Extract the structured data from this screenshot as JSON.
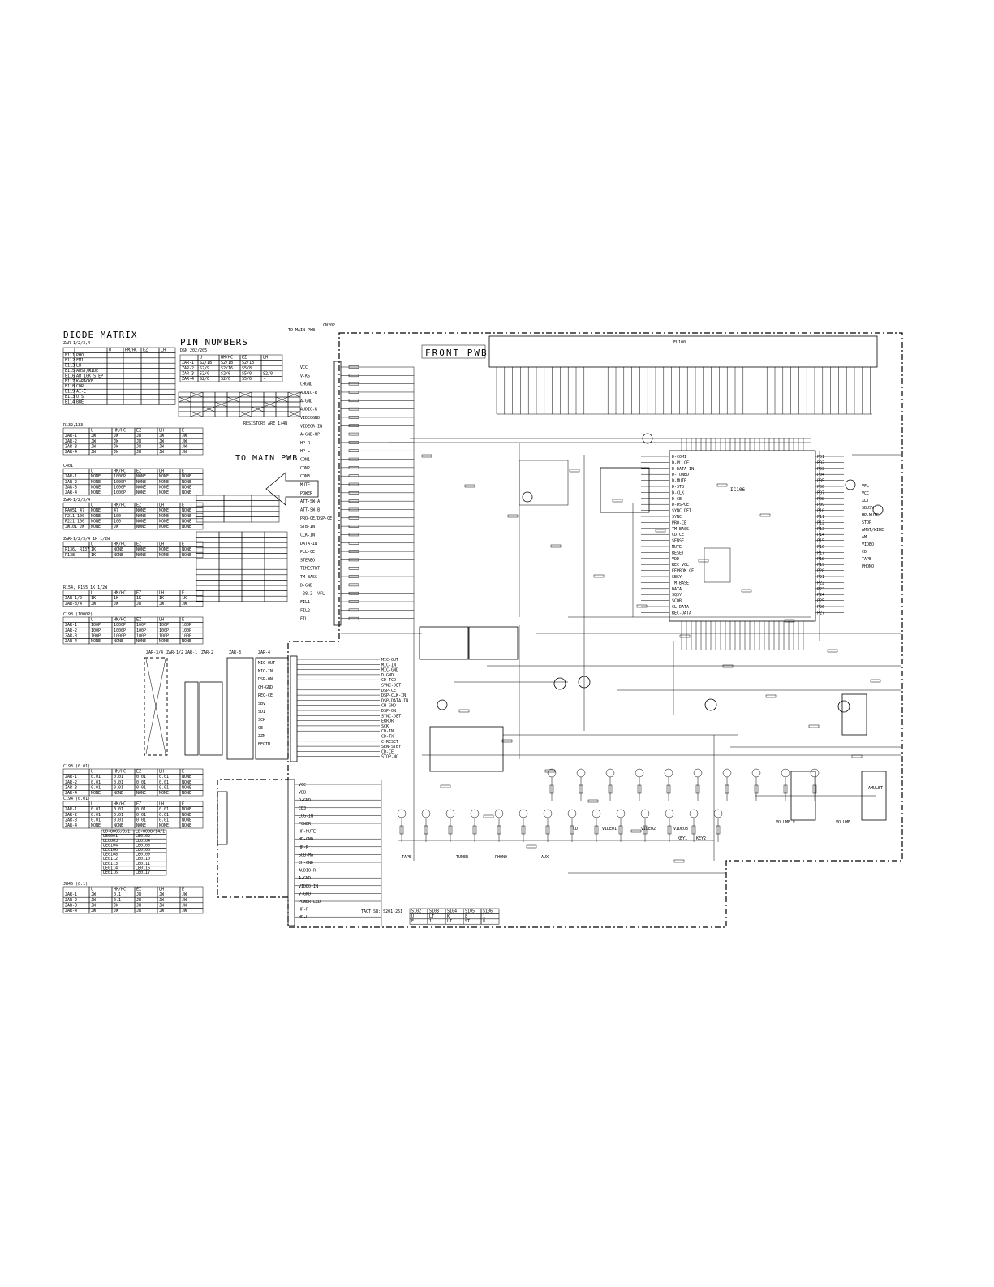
{
  "page": {
    "background": "#ffffff",
    "ink": "#000000",
    "link_color": "#0000ee"
  },
  "titles": {
    "diode_matrix": "DIODE MATRIX",
    "diode_matrix_sub": "ZAR-1/2/3,4",
    "pin_numbers": "PIN NUMBERS",
    "pin_numbers_sub": "DSN 202/205",
    "to_main_pwb_top": "TO MAIN PWB",
    "to_main_pwb_top2": "CN202",
    "front_pwb": "FRONT PWB",
    "to_main_pwb_arrow": "TO MAIN PWB",
    "resistors_note": "RESISTORS ARE 1/4W",
    "tact_switch": "TACT SW: S201-251",
    "ic_label": "IC106",
    "display_label": "EL100"
  },
  "diode_matrix": {
    "headers": [
      "",
      "",
      "U",
      "HM/HC",
      "EZ",
      "LH"
    ],
    "rows": [
      [
        "B111",
        "PHO",
        "",
        "",
        "",
        ""
      ],
      [
        "B112",
        "FM1",
        "",
        "",
        "",
        ""
      ],
      [
        "B113",
        "LW",
        "",
        "",
        "",
        ""
      ],
      [
        "B115",
        "AMST/WIDE",
        "",
        "",
        "",
        ""
      ],
      [
        "B116",
        "AM 10K STEP",
        "",
        "",
        "",
        ""
      ],
      [
        "B117",
        "KARAOKE",
        "",
        "",
        "",
        ""
      ],
      [
        "B118",
        "CDR",
        "",
        "",
        "",
        ""
      ],
      [
        "B119",
        "AI-E",
        "",
        "",
        "",
        ""
      ],
      [
        "B113",
        "OTS",
        "",
        "",
        "",
        ""
      ],
      [
        "B114",
        "BBE",
        "",
        "",
        "",
        ""
      ]
    ]
  },
  "pin_numbers": {
    "headers": [
      "",
      "U",
      "HM/HC",
      "EZ",
      "LH"
    ],
    "rows": [
      [
        "ZAR-1",
        "S2/18",
        "S2/18",
        "S2/18",
        ""
      ],
      [
        "ZAR-2",
        "S2/9",
        "S2/16",
        "S5/8",
        ""
      ],
      [
        "ZAR-3",
        "S2/0",
        "S2/6",
        "S5/0",
        "S2/0"
      ],
      [
        "ZAR-4",
        "S2/0",
        "S2/6",
        "S5/0",
        "-"
      ]
    ]
  },
  "r132_table": {
    "title": "R132,133",
    "headers": [
      "",
      "U",
      "HM/HC",
      "EZ",
      "LH",
      "E"
    ],
    "rows": [
      [
        "ZAR-1",
        "JW",
        "JW",
        "JW",
        "JW",
        "JW"
      ],
      [
        "ZAR-2",
        "JW",
        "JW",
        "JW",
        "JW",
        "JW"
      ],
      [
        "ZAR-3",
        "JW",
        "JW",
        "JW",
        "JW",
        "JW"
      ],
      [
        "ZAR-4",
        "JW",
        "JW",
        "JW",
        "JW",
        "JW"
      ]
    ]
  },
  "c401_table": {
    "title": "C401",
    "headers": [
      "",
      "U",
      "HM/HC",
      "EZ",
      "LH",
      "E"
    ],
    "rows": [
      [
        "ZAR-1",
        "NONE",
        "1000P",
        "NONE",
        "NONE",
        "NONE"
      ],
      [
        "ZAR-2",
        "NONE",
        "1000P",
        "NONE",
        "NONE",
        "NONE"
      ],
      [
        "ZAR-3",
        "NONE",
        "1000P",
        "NONE",
        "NONE",
        "NONE"
      ],
      [
        "ZAR-4",
        "NONE",
        "1000P",
        "NONE",
        "NONE",
        "NONE"
      ]
    ]
  },
  "zar1234_table": {
    "title": "ZAR-1/2/3/4",
    "headers": [
      "",
      "U",
      "HM/HC",
      "EZ",
      "LH",
      "E"
    ],
    "rows": [
      [
        "RA051 47",
        "NONE",
        "47",
        "NONE",
        "NONE",
        "NONE"
      ],
      [
        "R211 100",
        "NONE",
        "100",
        "NONE",
        "NONE",
        "NONE"
      ],
      [
        "R221 100",
        "NONE",
        "100",
        "NONE",
        "NONE",
        "NONE"
      ],
      [
        "JW101 JW",
        "NONE",
        "JW",
        "NONE",
        "NONE",
        "NONE"
      ]
    ]
  },
  "r136_table": {
    "title": "ZAR-1/2/3/4 1K 1/2W",
    "headers": [
      "",
      "U",
      "HM/HC",
      "EZ",
      "LH",
      "E"
    ],
    "rows": [
      [
        "R136, R137",
        "1K",
        "NONE",
        "NONE",
        "NONE",
        "NONE"
      ],
      [
        "R138",
        "1K",
        "NONE",
        "NONE",
        "NONE",
        "NONE"
      ]
    ]
  },
  "r154_table": {
    "title": "R154, R155 1K 1/2W",
    "headers": [
      "",
      "U",
      "HM/HC",
      "EZ",
      "LH",
      "E"
    ],
    "rows": [
      [
        "ZAR-1/2",
        "1K",
        "1K",
        "1K",
        "1K",
        "1K"
      ],
      [
        "ZAR-3/4",
        "JW",
        "JW",
        "JW",
        "JW",
        "JW"
      ]
    ]
  },
  "c198_table": {
    "title": "C198 (1000P)",
    "headers": [
      "",
      "U",
      "HM/HC",
      "EZ",
      "LH",
      "E"
    ],
    "rows": [
      [
        "ZAR-1",
        "100P",
        "1000P",
        "100P",
        "100P",
        "100P"
      ],
      [
        "ZAR-2",
        "100P",
        "1000P",
        "100P",
        "100P",
        "100P"
      ],
      [
        "ZAR-3",
        "100P",
        "1000P",
        "100P",
        "100P",
        "100P"
      ],
      [
        "ZAR-4",
        "NONE",
        "NONE",
        "NONE",
        "NONE",
        "NONE"
      ]
    ]
  },
  "c193_table": {
    "title": "C193 (0.01)",
    "headers": [
      "",
      "U",
      "HM/HC",
      "EZ",
      "LH",
      "E"
    ],
    "rows": [
      [
        "ZAR-1",
        "0.01",
        "0.01",
        "0.01",
        "0.01",
        "NONE"
      ],
      [
        "ZAR-2",
        "0.01",
        "0.01",
        "0.01",
        "0.01",
        "NONE"
      ],
      [
        "ZAR-3",
        "0.01",
        "0.01",
        "0.01",
        "0.01",
        "NONE"
      ],
      [
        "ZAR-4",
        "NONE",
        "NONE",
        "NONE",
        "NONE",
        "NONE"
      ]
    ]
  },
  "c194_table": {
    "title": "C194 (0.01)",
    "headers": [
      "",
      "U",
      "HM/HC",
      "EZ",
      "LH",
      "E"
    ],
    "rows": [
      [
        "ZAR-1",
        "0.01",
        "0.01",
        "0.01",
        "0.01",
        "NONE"
      ],
      [
        "ZAR-2",
        "0.01",
        "0.01",
        "0.01",
        "0.01",
        "NONE"
      ],
      [
        "ZAR-3",
        "0.01",
        "0.01",
        "0.01",
        "0.01",
        "NONE"
      ],
      [
        "ZAR-4",
        "NONE",
        "NONE",
        "NONE",
        "NONE",
        "NONE"
      ]
    ]
  },
  "jw_table": {
    "title": "JW46 (0.1)",
    "headers": [
      "",
      "U",
      "HM/HC",
      "EZ",
      "LH",
      "E"
    ],
    "rows": [
      [
        "ZAR-1",
        "JW",
        "0.1",
        "JW",
        "JW",
        "JW"
      ],
      [
        "ZAR-2",
        "JW",
        "0.1",
        "JW",
        "JW",
        "JW"
      ],
      [
        "ZAR-3",
        "JW",
        "JW",
        "JW",
        "JW",
        "JW"
      ],
      [
        "ZAR-4",
        "JW",
        "JW",
        "JW",
        "JW",
        "JW"
      ]
    ]
  },
  "led_table": {
    "headers": [
      "LD-8005/9/1",
      "LD-8008/14/1"
    ],
    "rows": [
      [
        "LE0001",
        "LE0102"
      ],
      [
        "LE0003",
        "LE0104"
      ],
      [
        "LE0104",
        "LE0105"
      ],
      [
        "LE0106",
        "LE0106"
      ],
      [
        "LE0108",
        "LE0109"
      ],
      [
        "LE0112",
        "LE0110"
      ],
      [
        "LE0113",
        "LE0111"
      ],
      [
        "LE0114",
        "LE0116"
      ],
      [
        "LE0116",
        "LE0117"
      ]
    ]
  },
  "cn202_signals": [
    "VCC",
    "V-KS",
    "CHGND",
    "AUDIO-R",
    "A-GND",
    "AUDIO-R",
    "VIDEOGND",
    "VIDEOR-IN",
    "A-GND-HP",
    "HP-R",
    "HP-L",
    "CON1",
    "CON2",
    "CON3",
    "MUTE",
    "POWER",
    "ATT-SW-A",
    "ATT-SW-B",
    "PRO-CE/DSP-CE",
    "STB-IN",
    "CLK-IN",
    "DATA-IN",
    "PLL-CE",
    "STEREO",
    "TIMESTRT",
    "TM-BASS",
    "D-GND",
    "-28.2 -VFL",
    "FIL1",
    "FIL2",
    "FIL"
  ],
  "cn203_signals": [
    "VCC",
    "VBB",
    "D-GND",
    "CE3",
    "LOG-IN",
    "POWER",
    "HP-MUTE",
    "HP-GND",
    "HP-R",
    "SUB-MA",
    "CH-GND",
    "AUDIO-R",
    "A-GND",
    "VIDEO-IN",
    "V-GND",
    "POWER-LED",
    "HP-R",
    "HP-L"
  ],
  "cn201_signals": [
    "MIC-OUT",
    "MIC-IN",
    "MIC-GND",
    "D-GND",
    "CD-TCO",
    "SYNC-DET",
    "DSP-CE",
    "DSP-CLK-IN",
    "DSP-DATA-IN",
    "CH-GND",
    "DSP-ON",
    "SYNC-DET",
    "ERROR",
    "SCK",
    "CD-IN",
    "CD-TX",
    "C-RESET",
    "SEN-STBY",
    "CD-CE",
    "STOP-NO"
  ],
  "ic106_pins_left": [
    "D-COM1",
    "D-PLLCE",
    "D-DATA IN",
    "D-TUNED",
    "D-MUTE",
    "D-STB",
    "D-CLK",
    "D-CE",
    "D-DSPCE",
    "SYNC DET",
    "SYNC",
    "PRO-CE",
    "TM-BASS",
    "CD-CE",
    "SENSE",
    "MUTE",
    "RESET",
    "VDD",
    "REC VOL",
    "EEPROM CE",
    "SBSY",
    "TM-BASE",
    "DATA",
    "SQSY",
    "SCOR",
    "CL-DATA",
    "REC-DATA"
  ],
  "ic106_pins_right": [
    "P01",
    "P02",
    "P03",
    "P04",
    "P05",
    "P06",
    "P07",
    "P08",
    "P09",
    "P10",
    "P11",
    "P12",
    "P13",
    "P14",
    "P15",
    "P16",
    "P17",
    "P18",
    "P19",
    "P20",
    "P21",
    "P22",
    "P23",
    "P24",
    "P25",
    "P26",
    "P27"
  ],
  "side_labels": [
    "VFL",
    "VCC",
    "XLT",
    "SBUSY",
    "HP-MUTE",
    "STOP",
    "AMST/WIDE",
    "AM",
    "VIDEO",
    "CD",
    "TAPE",
    "PHONO"
  ],
  "bottom_labels": [
    "TAPE",
    "TUNER",
    "PHONO",
    "AUX",
    "CD",
    "VIDEO1",
    "VIDEO2",
    "VIDEO3",
    "KEY1",
    "KEY2",
    "VOLUME E",
    "VOLUME",
    "AMULET"
  ],
  "tact_table": {
    "headers": [
      "S102",
      "S103",
      "S104",
      "S105",
      "S106"
    ],
    "rows": [
      [
        "U",
        "LT",
        "K",
        "8",
        "1"
      ],
      [
        "E",
        "1",
        "LT",
        "ST",
        "8"
      ]
    ]
  },
  "left_block_labels": [
    "ZAR-3/4",
    "ZAR-1/2",
    "ZAR-1",
    "ZAR-2",
    "ZAR-3",
    "ZAR-4"
  ],
  "left_block_items": [
    "MIC-OUT",
    "MIC-IN",
    "DSP-ON",
    "CH-GND",
    "REC-CE",
    "SBV",
    "SDI",
    "SCK",
    "CE",
    "ZZN",
    "BEGIN"
  ]
}
